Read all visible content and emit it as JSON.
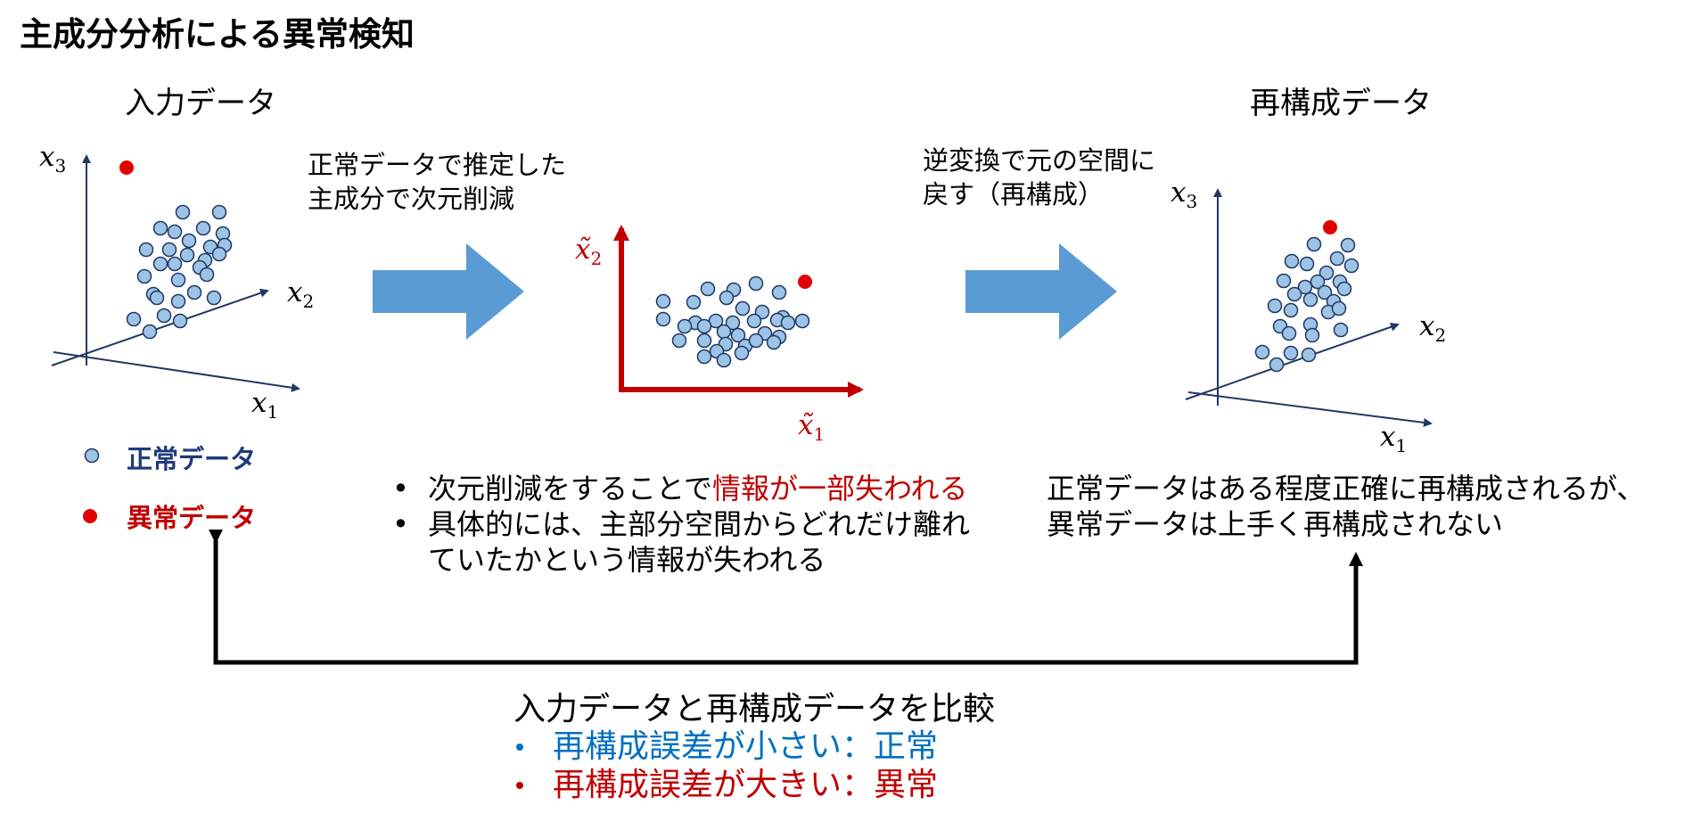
{
  "title": "主成分分析による異常検知",
  "input_panel": {
    "title": "入力データ",
    "axes": [
      "x1",
      "x2",
      "x3"
    ]
  },
  "arrow1_caption": [
    "正常データで推定した",
    "主成分で次元削減"
  ],
  "latent_panel": {
    "axes": [
      "x̃1",
      "x̃2"
    ],
    "axis_color": "#c00000"
  },
  "arrow2_caption": [
    "逆変換で元の空間に",
    "戻す（再構成）"
  ],
  "recon_panel": {
    "title": "再構成データ",
    "axes": [
      "x1",
      "x2",
      "x3"
    ]
  },
  "legend": {
    "normal": "正常データ",
    "anomaly": "異常データ",
    "normal_color": "#1f3a7a",
    "anomaly_color": "#c00000"
  },
  "notes_middle": {
    "line1_prefix": "次元削減をすることで",
    "line1_highlight": "情報が一部失われる",
    "line2": "具体的には、主部分空間からどれだけ離れ",
    "line3": "ていたかという情報が失われる"
  },
  "notes_right": [
    "正常データはある程度正確に再構成されるが、",
    "異常データは上手く再構成されない"
  ],
  "comparison": {
    "heading": "入力データと再構成データを比較",
    "items": [
      {
        "text": "再構成誤差が小さい：正常",
        "color": "#0070c0"
      },
      {
        "text": "再構成誤差が大きい：異常",
        "color": "#c00000"
      }
    ]
  },
  "colors": {
    "arrow_fill": "#5b9bd5",
    "point_fill": "#9dc3e6",
    "point_stroke": "#1f3864",
    "axis_dark": "#203864",
    "anomaly_point": "#e00000"
  }
}
